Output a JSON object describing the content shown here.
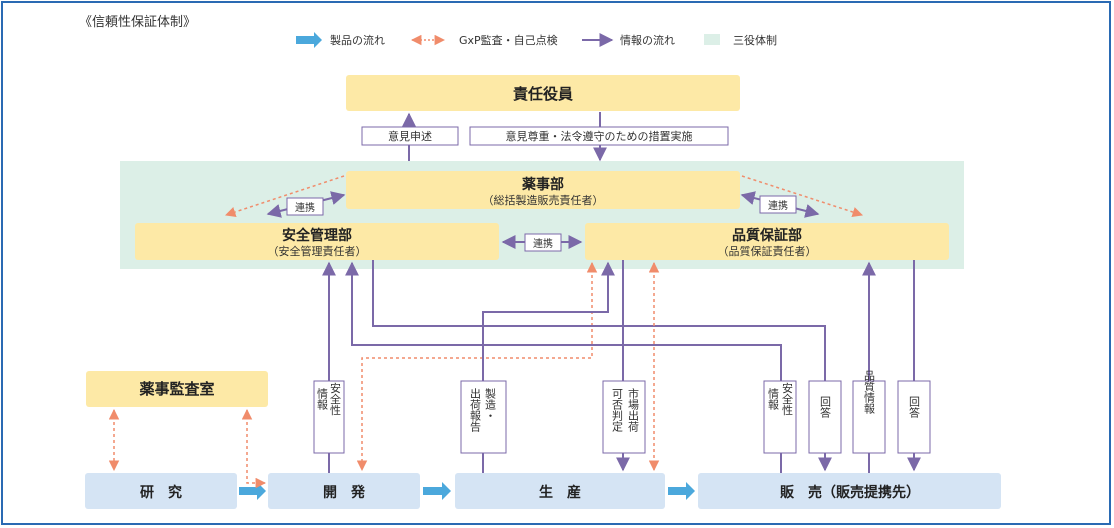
{
  "title": "《信頼性保証体制》",
  "legend": {
    "product_flow": "製品の流れ",
    "gxp_audit": "GxP監査・自己点検",
    "info_flow": "情報の流れ",
    "three_roles": "三役体制"
  },
  "nodes": {
    "executives": "責任役員",
    "pharma_dept": "薬事部",
    "pharma_dept_sub": "（総括製造販売責任者）",
    "safety_dept": "安全管理部",
    "safety_dept_sub": "（安全管理責任者）",
    "qa_dept": "品質保証部",
    "qa_dept_sub": "（品質保証責任者）",
    "audit_office": "薬事監査室",
    "research": "研　究",
    "development": "開　発",
    "production": "生　産",
    "sales": "販　売（販売提携先）"
  },
  "labels": {
    "opinion": "意見申述",
    "respect": "意見尊重・法令遵守のための措置実施",
    "link": "連携",
    "safety_info": [
      "安全性",
      "情報"
    ],
    "manufacturing_report": [
      "製造・",
      "出荷報告"
    ],
    "market_release": [
      "市場出荷",
      "可否判定"
    ],
    "safety_info2": [
      "安全性",
      "情報"
    ],
    "answer": "回答",
    "quality_info": "品質情報",
    "answer2": "回答"
  },
  "colors": {
    "yellow": "#fde9a6",
    "green": "#dcefe7",
    "blue_box": "#d5e4f4",
    "purple": "#7b69a8",
    "orange": "#f08c6b",
    "cyan": "#4ba8dc",
    "frame": "#2a6ab3"
  }
}
